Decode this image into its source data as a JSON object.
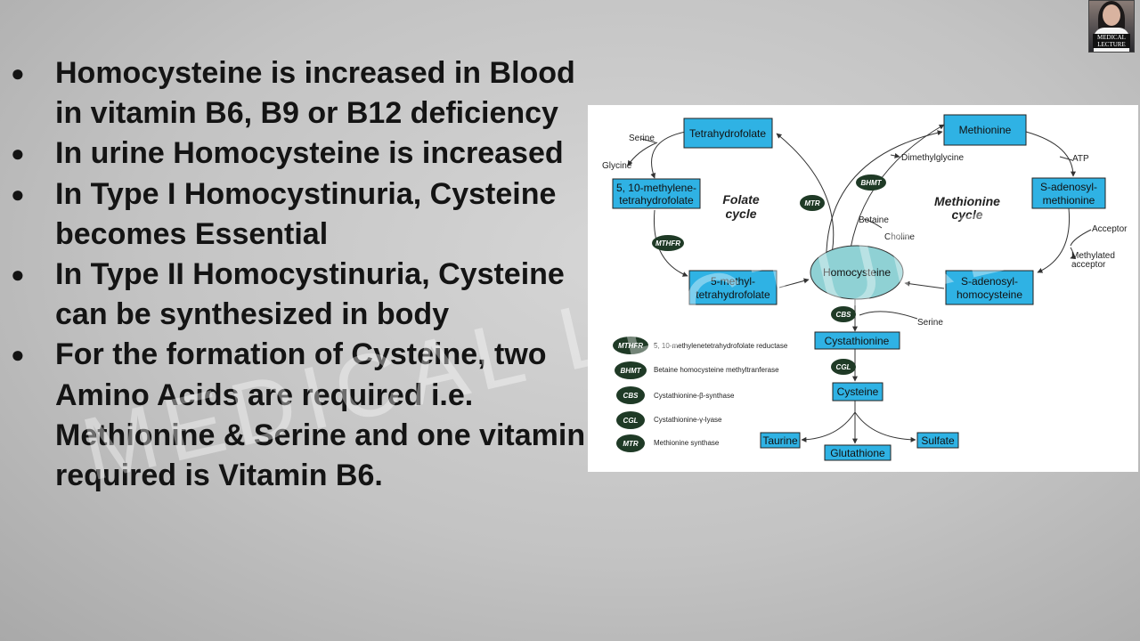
{
  "bullets": [
    "Homocysteine is increased in Blood in vitamin B6, B9 or B12 deficiency",
    "In urine Homocysteine is increased",
    "In Type I Homocystinuria, Cysteine becomes Essential",
    "In Type II Homocystinuria, Cysteine can be synthesized in body",
    "For the formation of Cysteine, two Amino Acids are required i.e. Methionine & Serine and one vitamin required is Vitamin B6."
  ],
  "bullet_symbol": "●",
  "watermark": "MEDICAL LECTURE",
  "logo": {
    "line1": "MEDICAL",
    "line2": "LECTURE"
  },
  "diagram": {
    "boxes": {
      "tetrahydrofolate": "Tetrahydrofolate",
      "methylene_thf_1": "5, 10-methylene-",
      "methylene_thf_2": "tetrahydrofolate",
      "methyl_thf_1": "5-methyl-",
      "methyl_thf_2": "tetrahydrofolate",
      "methionine": "Methionine",
      "sam_1": "S-adenosyl-",
      "sam_2": "methionine",
      "sah_1": "S-adenosyl-",
      "sah_2": "homocysteine",
      "homocysteine": "Homocysteine",
      "cystathionine": "Cystathionine",
      "cysteine": "Cysteine",
      "taurine": "Taurine",
      "glutathione": "Glutathione",
      "sulfate": "Sulfate"
    },
    "labels": {
      "serine_top": "Serine",
      "glycine": "Glycine",
      "dimethylglycine": "Dimethylglycine",
      "atp": "ATP",
      "acceptor": "Acceptor",
      "methylated_1": "Methylated",
      "methylated_2": "acceptor",
      "betaine": "Betaine",
      "choline": "Choline",
      "serine_bottom": "Serine"
    },
    "cycles": {
      "folate_1": "Folate",
      "folate_2": "cycle",
      "methionine_1": "Methionine",
      "methionine_2": "cycle"
    },
    "enzymes": {
      "mthfr": "MTHFR",
      "mtr": "MTR",
      "bhmt": "BHMT",
      "cbs": "CBS",
      "cgl": "CGL"
    },
    "legend": [
      {
        "abbr": "MTHFR",
        "name": "5, 10-methylenetetrahydrofolate reductase"
      },
      {
        "abbr": "BHMT",
        "name": "Betaine homocysteine methyltranferase"
      },
      {
        "abbr": "CBS",
        "name": "Cystathionine-β-synthase"
      },
      {
        "abbr": "CGL",
        "name": "Cystathionine-γ-lyase"
      },
      {
        "abbr": "MTR",
        "name": "Methionine synthase"
      }
    ]
  }
}
